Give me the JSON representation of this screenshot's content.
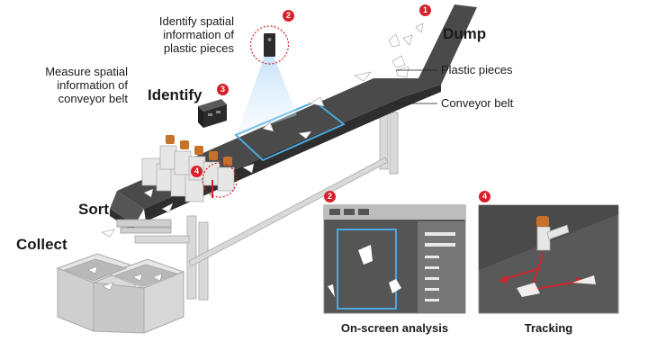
{
  "labels": {
    "dump": "Dump",
    "identify": "Identify",
    "sort": "Sort",
    "collect": "Collect",
    "plastic_pieces": "Plastic pieces",
    "conveyor_belt": "Conveyor belt",
    "identify_spatial": [
      "Identify spatial",
      "information of",
      "plastic pieces"
    ],
    "measure_spatial": [
      "Measure spatial",
      "information of",
      "conveyor belt"
    ]
  },
  "badges": [
    "1",
    "2",
    "3",
    "4"
  ],
  "panels": {
    "onscreen": {
      "badge": "2",
      "title": "On-screen analysis"
    },
    "tracking": {
      "badge": "4",
      "title": "Tracking"
    }
  },
  "colors": {
    "belt": "#4a4a4a",
    "frame": "#d9d9d9",
    "accent_red": "#d8202a",
    "scan_blue": "#4aa8e0",
    "bin": "#d4d4d4"
  }
}
